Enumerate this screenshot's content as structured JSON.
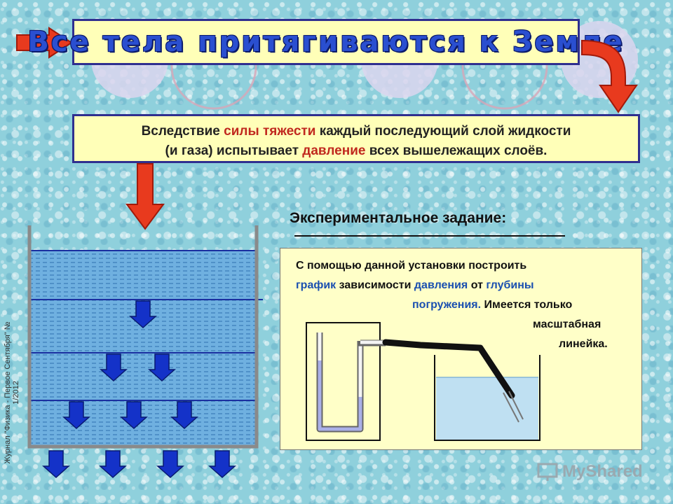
{
  "title": "Все тела притягиваются к Земле",
  "statement": {
    "p1": "Вследствие ",
    "p2": "силы тяжести",
    "p3": " каждый последующий слой жидкости",
    "p4": "(и газа) испытывает ",
    "p5": "давление",
    "p6": " всех вышележащих слоёв."
  },
  "task": {
    "heading": "Экспериментальное задание:",
    "line1": "С помощью данной установки построить",
    "line2_a": "график",
    "line2_b": " зависимости ",
    "line2_c": "давления",
    "line2_d": " от ",
    "line2_e": "глубины",
    "line3_a": "погружения.",
    "line3_b": " Имеется только",
    "line4": "масштабная",
    "line5": "линейка."
  },
  "side_caption": "Журнал \"Физика - Первое Сентября\" № 1/2012",
  "watermark": "MyShared",
  "colors": {
    "accent_red": "#c0281e",
    "accent_blue": "#1a4fb0",
    "box_fill": "#ffffb8",
    "water": "#6fb0e0",
    "arrow_blue": "#1432c8",
    "arrow_red": "#e83a1e"
  }
}
